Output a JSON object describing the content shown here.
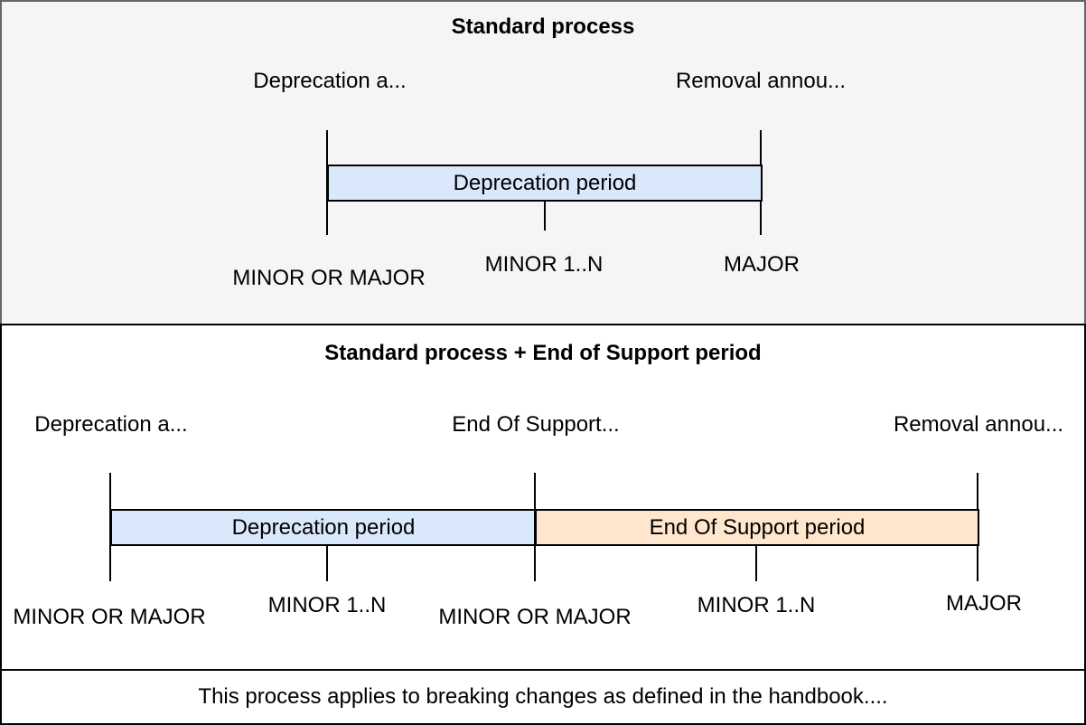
{
  "standard": {
    "title": "Standard process",
    "deprecation_announcement": "Deprecation a...",
    "removal_announcement": "Removal annou...",
    "deprecation_period": "Deprecation period",
    "milestone_1": "MINOR OR MAJOR",
    "milestone_2": "MINOR 1..N",
    "milestone_3": "MAJOR"
  },
  "eos": {
    "title": "Standard process + End of Support period",
    "deprecation_announcement": "Deprecation a...",
    "end_of_support_announcement": "End Of Support...",
    "removal_announcement": "Removal annou...",
    "deprecation_period": "Deprecation period",
    "end_of_support_period": "End Of Support period",
    "milestone_1": "MINOR OR MAJOR",
    "milestone_2": "MINOR 1..N",
    "milestone_3": "MINOR OR MAJOR",
    "milestone_4": "MINOR 1..N",
    "milestone_5": "MAJOR"
  },
  "footer": {
    "note": "This process applies to breaking changes as defined in the handbook...."
  },
  "colors": {
    "deprecation_fill": "#dae8fc",
    "eos_fill": "#ffe6cc",
    "panel_gray": "#f5f5f5",
    "panel_border_gray": "#666666",
    "stroke": "#000000"
  }
}
